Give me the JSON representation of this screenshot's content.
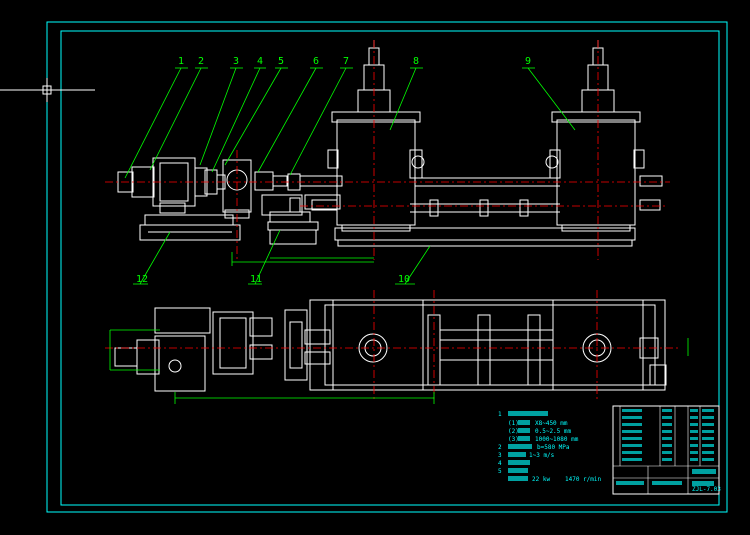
{
  "drawing": {
    "balloons": [
      "1",
      "2",
      "3",
      "4",
      "5",
      "6",
      "7",
      "8",
      "9",
      "10",
      "11",
      "12"
    ],
    "notes": {
      "n1": "1",
      "n1_sub1_idx": "(1)",
      "n1_sub1_val": "X8~450 mm",
      "n1_sub2_idx": "(2)",
      "n1_sub2_val": "0.5~2.5 mm",
      "n1_sub3_idx": "(3)",
      "n1_sub3_val": "1000~1080 mm",
      "n2": "2",
      "n2_val": "b=580 MPa",
      "n3": "3",
      "n3_val": "1~3 m/s",
      "n4": "4",
      "n5": "5",
      "n5_val_a": "22 kw",
      "n5_val_b": "1470 r/min"
    },
    "title_block": {
      "code": "ZJL-7.03"
    }
  },
  "colors": {
    "background": "#000000",
    "border": "#00ffff",
    "geometry": "#ffffff",
    "leader": "#00ff00",
    "center": "#ff0000",
    "dimension": "#00ff00",
    "note_text": "#00ffff"
  }
}
